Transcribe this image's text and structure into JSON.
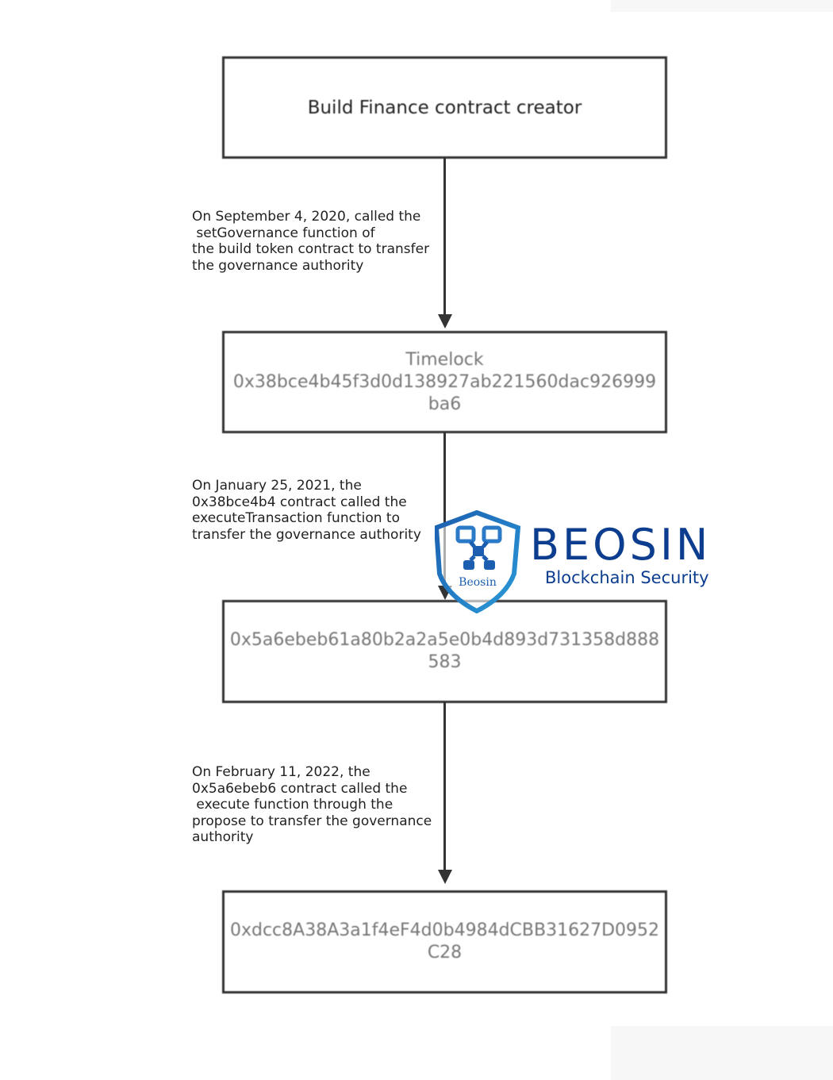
{
  "nodes": [
    {
      "lines": [
        "Build Finance contract creator"
      ]
    },
    {
      "lines": [
        "Timelock",
        "0x38bce4b45f3d0d138927ab221560dac926999",
        "ba6"
      ]
    },
    {
      "lines": [
        "0x5a6ebeb61a80b2a2a5e0b4d893d731358d888",
        "583"
      ]
    },
    {
      "lines": [
        "0xdcc8A38A3a1f4eF4d0b4984dCBB31627D0952",
        "C28"
      ]
    }
  ],
  "edges": [
    {
      "label": "On September 4, 2020, called the\n setGovernance function of\nthe build token contract to transfer\nthe governance authority"
    },
    {
      "label": "On January 25, 2021, the\n0x38bce4b4 contract called the\nexecuteTransaction function to\ntransfer the governance authority"
    },
    {
      "label": "On February 11, 2022, the\n0x5a6ebeb6 contract called the\n execute function through the\npropose to transfer the governance\nauthority"
    }
  ],
  "watermark": {
    "brand": "BEOSIN",
    "tagline": "Blockchain Security",
    "shield_text": "Beosin",
    "color": "#0d3d8f"
  }
}
